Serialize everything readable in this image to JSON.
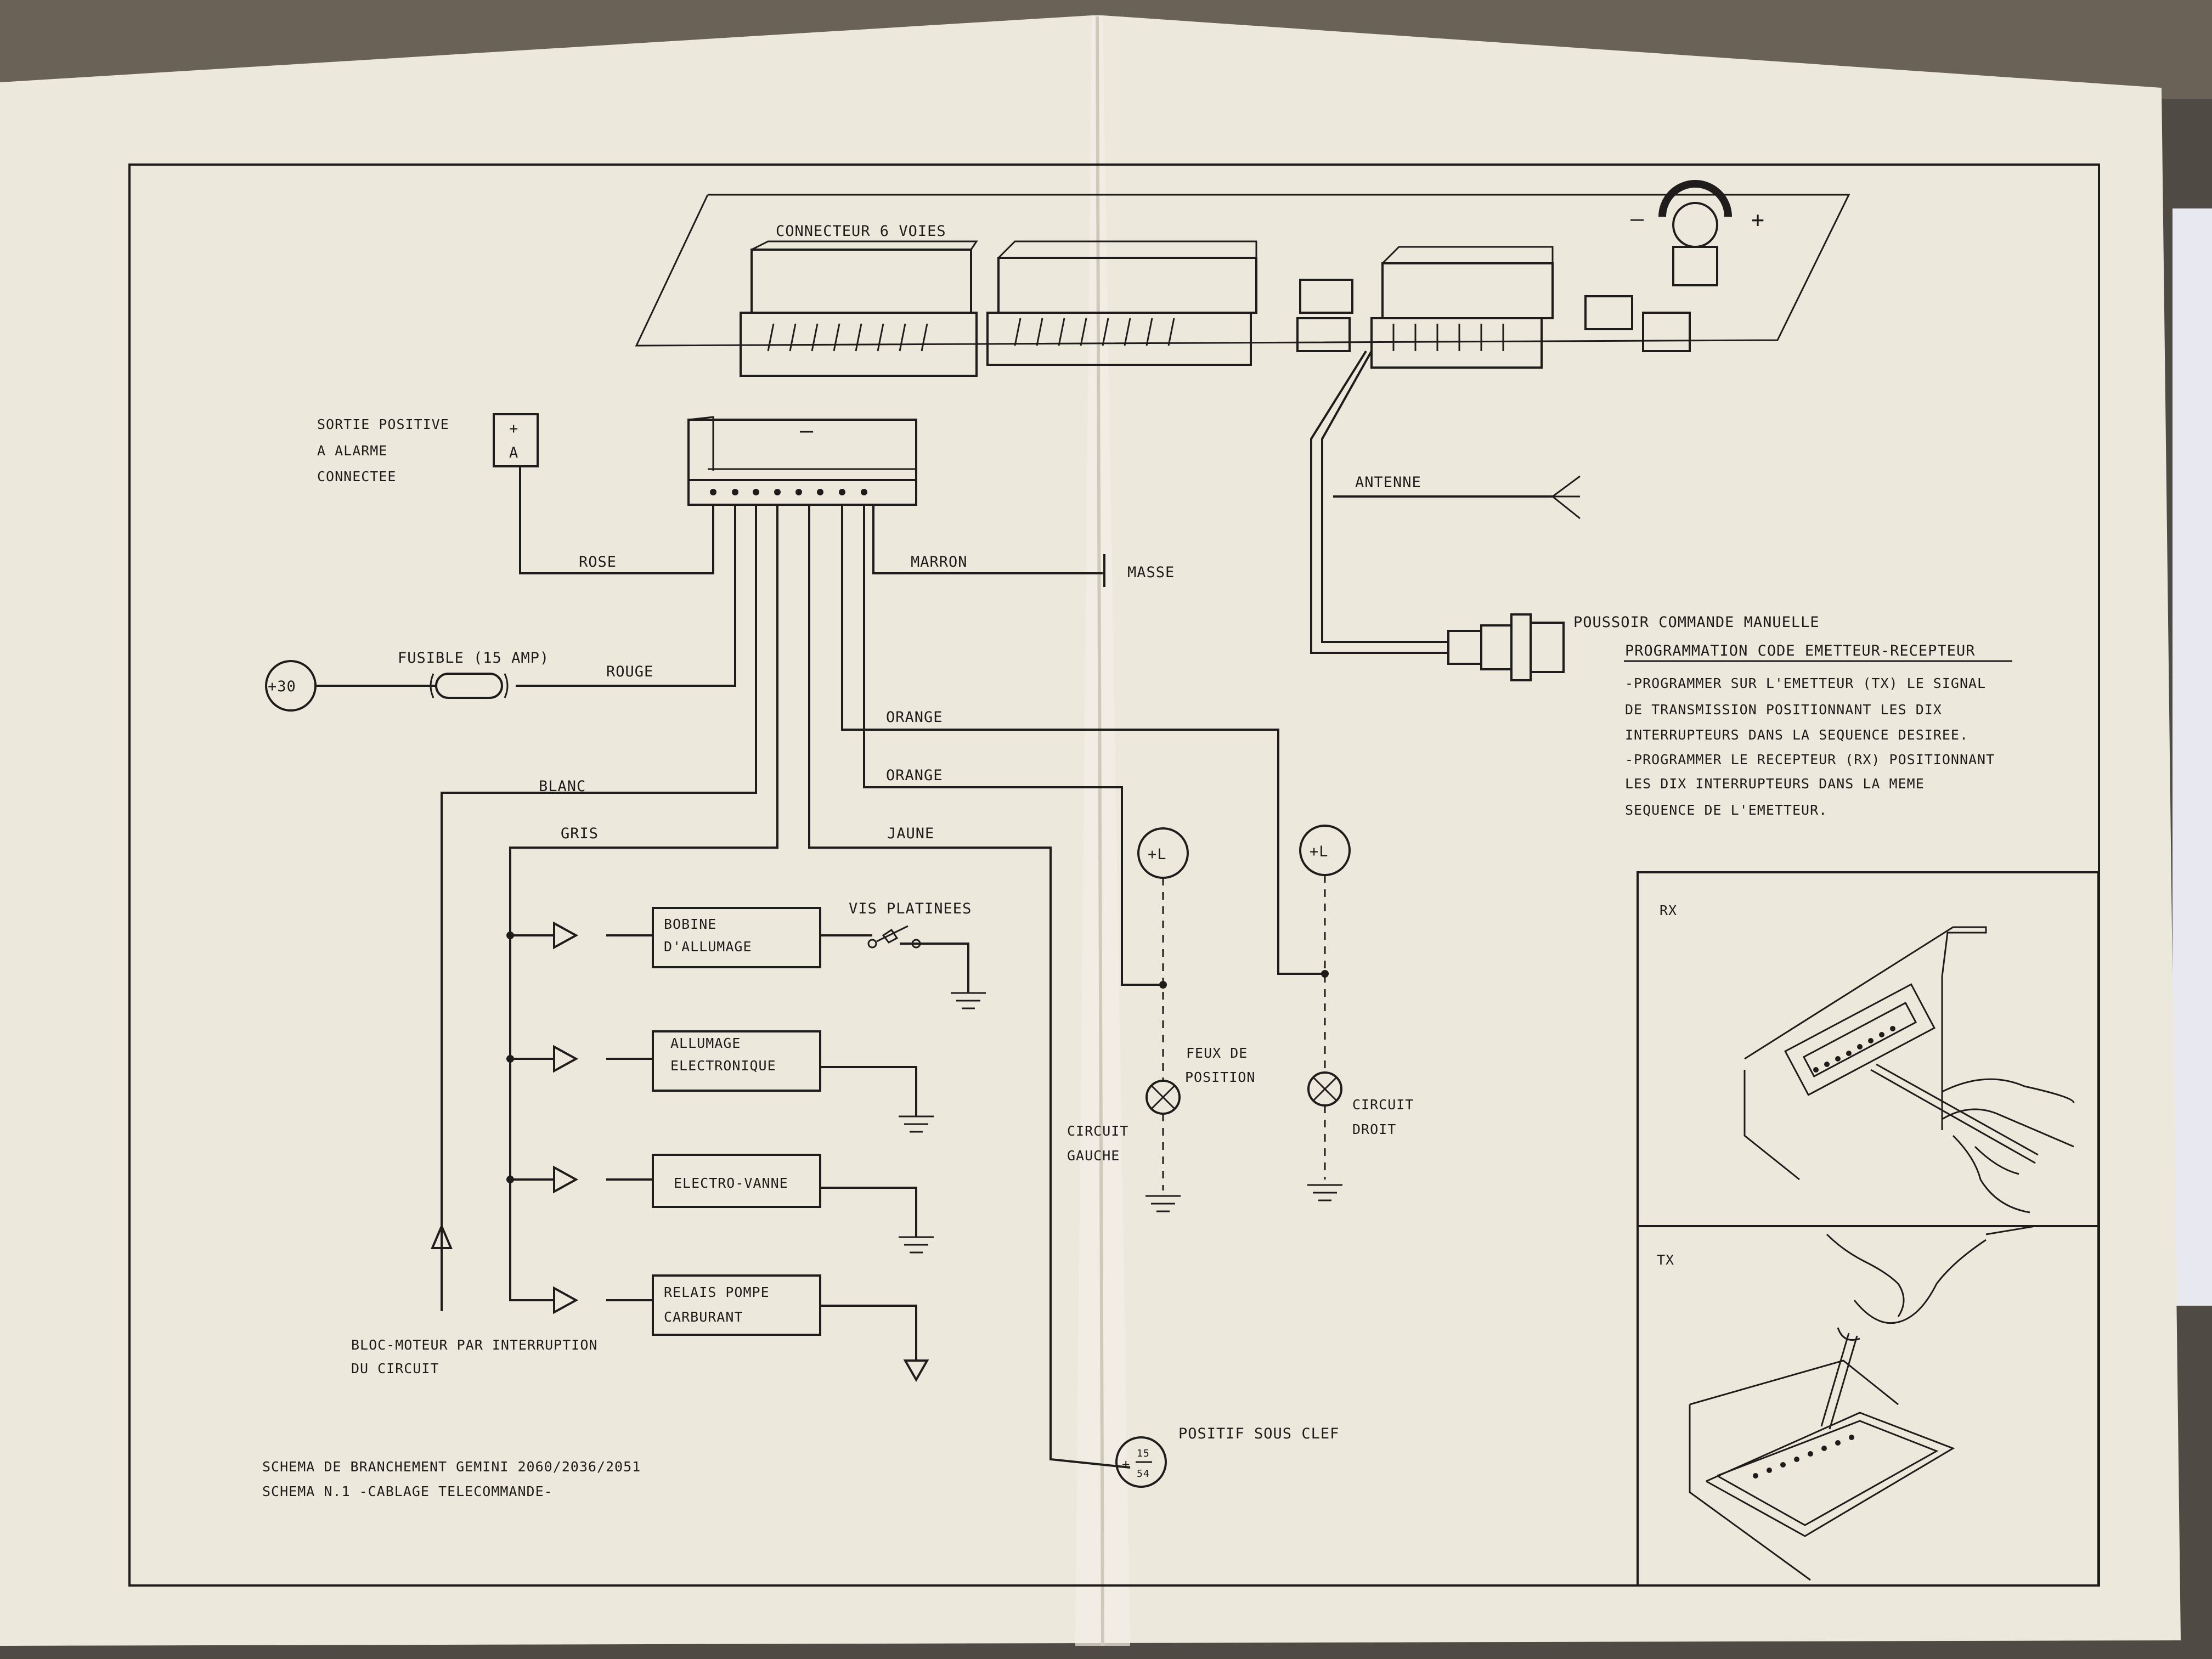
{
  "diagram": {
    "top_connector_label": "CONNECTEUR 6 VOIES",
    "polarity_minus": "–",
    "polarity_plus": "+",
    "control_unit_mark": "–",
    "alarm_output": {
      "label_lines": [
        "SORTIE POSITIVE",
        "A ALARME",
        "CONNECTEE"
      ],
      "terminal_plus": "+",
      "terminal_letter": "A"
    },
    "wires": {
      "rose": "ROSE",
      "marron": "MARRON",
      "masse": "MASSE",
      "rouge": "ROUGE",
      "fuse": "FUSIBLE (15 AMP)",
      "terminal_30": "+30",
      "orange_1": "ORANGE",
      "orange_2": "ORANGE",
      "blanc": "BLANC",
      "gris": "GRIS",
      "jaune": "JAUNE"
    },
    "antenna_label": "ANTENNE",
    "push_button_label": "POUSSOIR COMMANDE MANUELLE",
    "programming": {
      "title": "PROGRAMMATION CODE EMETTEUR-RECEPTEUR",
      "lines": [
        "-PROGRAMMER SUR L'EMETTEUR (TX) LE SIGNAL",
        "DE TRANSMISSION POSITIONNANT LES DIX",
        "INTERRUPTEURS DANS LA SEQUENCE DESIREE.",
        "-PROGRAMMER LE RECEPTEUR (RX) POSITIONNANT",
        "LES DIX INTERRUPTEURS DANS LA MEME",
        "SEQUENCE DE L'EMETTEUR."
      ]
    },
    "rx_label": "RX",
    "tx_label": "TX",
    "boxes": {
      "bobine": [
        "BOBINE",
        "D'ALLUMAGE"
      ],
      "allumage": [
        "ALLUMAGE",
        "ELECTRONIQUE"
      ],
      "electrovanne": [
        "ELECTRO-VANNE"
      ],
      "relais": [
        "RELAIS POMPE",
        "CARBURANT"
      ]
    },
    "vis_platinees": "VIS PLATINEES",
    "lamp_terminal_left": "+L",
    "lamp_terminal_right": "+L",
    "feux_de_position": [
      "FEUX DE",
      "POSITION"
    ],
    "circuit_gauche": [
      "CIRCUIT",
      "GAUCHE"
    ],
    "circuit_droit": [
      "CIRCUIT",
      "DROIT"
    ],
    "positif_terminal": [
      "+",
      "15",
      "54"
    ],
    "positif_sous_clef": "POSITIF SOUS CLEF",
    "bloc_moteur": [
      "BLOC-MOTEUR PAR INTERRUPTION",
      "DU CIRCUIT"
    ],
    "captions": [
      "SCHEMA DE BRANCHEMENT GEMINI 2060/2036/2051",
      "SCHEMA N.1 -CABLAGE TELECOMMANDE-"
    ]
  },
  "colors": {
    "paper": "#ece8dc",
    "ink": "#1f1d1b",
    "background": "#5a554d"
  }
}
